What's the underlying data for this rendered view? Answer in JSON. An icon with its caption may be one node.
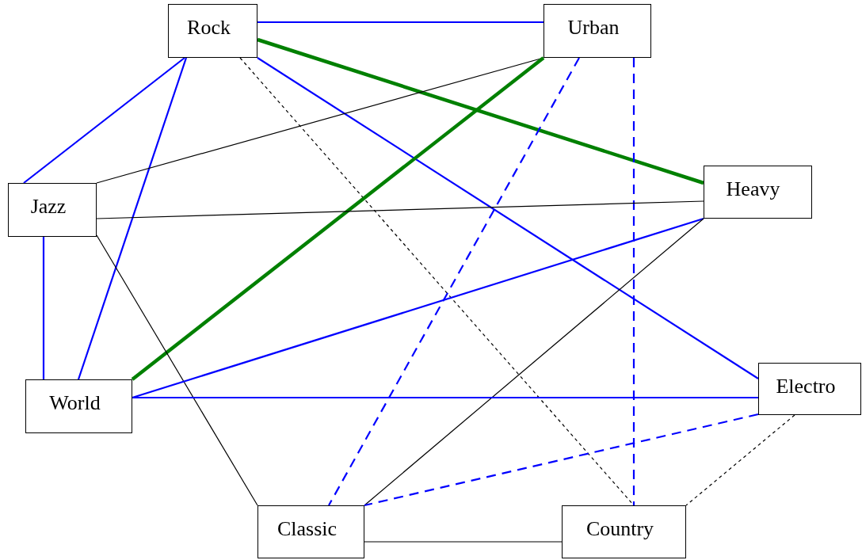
{
  "diagram": {
    "nodes": [
      {
        "text": [
          "Rock"
        ]
      },
      {
        "text": [
          "Urban"
        ]
      },
      {
        "text": [
          "Jazz"
        ]
      },
      {
        "text": [
          "Heavy"
        ]
      },
      {
        "text": [
          "World"
        ]
      },
      {
        "text": [
          "Electro"
        ]
      },
      {
        "text": [
          "Classic"
        ]
      },
      {
        "text": [
          "Country"
        ]
      }
    ],
    "edges": [
      {
        "from": 0,
        "to": 1,
        "arrow": "none"
      },
      {
        "from": 0,
        "to": 3,
        "arrow": "none",
        "style": "thick",
        "color": "#008000"
      },
      {
        "from": 0,
        "to": 2,
        "arrow": "none"
      },
      {
        "from": 0,
        "to": 4,
        "arrow": "none"
      },
      {
        "from": 0,
        "to": 5,
        "arrow": "none"
      },
      {
        "from": 0,
        "to": 7,
        "arrow": "none",
        "style": "dashed",
        "color": "#000000"
      },
      {
        "from": 1,
        "to": 2,
        "arrow": "none",
        "color": "#000000"
      },
      {
        "from": 1,
        "to": 4,
        "arrow": "none",
        "style": "thick",
        "color": "#008000"
      },
      {
        "from": 1,
        "to": 6,
        "arrow": "none",
        "style": "dashed"
      },
      {
        "from": 1,
        "to": 7,
        "arrow": "none",
        "style": "dashed"
      },
      {
        "from": 2,
        "to": 3,
        "arrow": "none",
        "color": "#000000"
      },
      {
        "from": 2,
        "to": 4,
        "arrow": "none"
      },
      {
        "from": 2,
        "to": 6,
        "arrow": "none",
        "color": "#000000"
      },
      {
        "from": 3,
        "to": 4,
        "arrow": "none"
      },
      {
        "from": 3,
        "to": 6,
        "arrow": "none",
        "color": "#000000"
      },
      {
        "from": 4,
        "to": 5,
        "arrow": "none"
      },
      {
        "from": 5,
        "to": 6,
        "arrow": "none",
        "style": "dashed"
      },
      {
        "from": 5,
        "to": 7,
        "arrow": "none",
        "style": "dashed",
        "color": "#000000"
      },
      {
        "from": 6,
        "to": 7,
        "arrow": "none",
        "color": "#000000"
      }
    ]
  }
}
